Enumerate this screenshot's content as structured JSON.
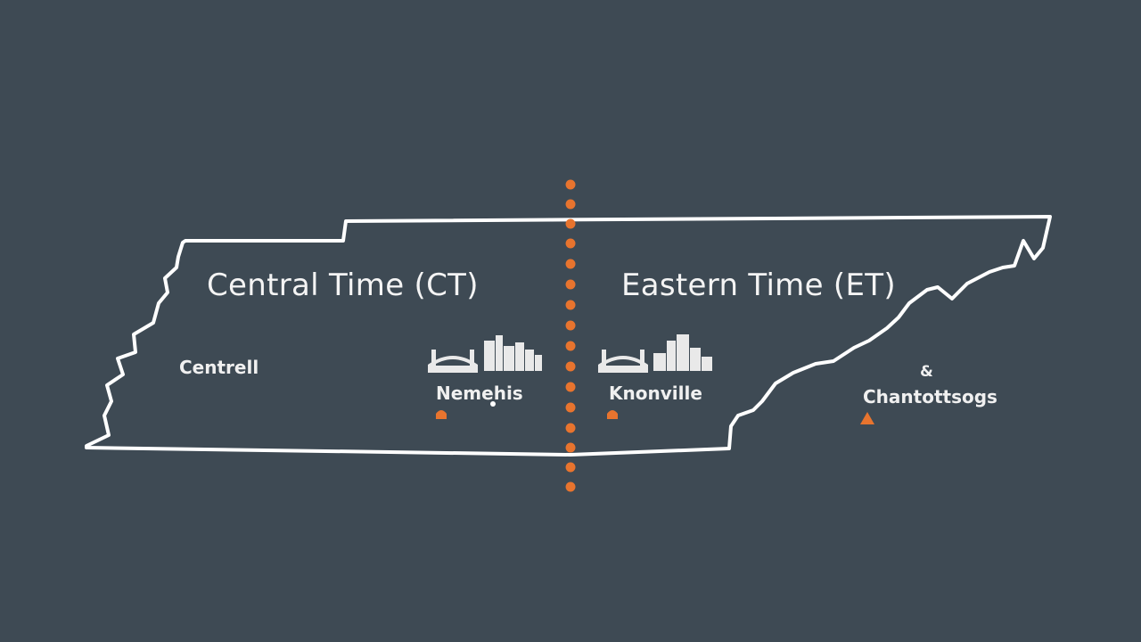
{
  "map": {
    "zones": {
      "west_label": "Central Time (CT)",
      "east_label": "Eastern Time (ET)"
    },
    "cities": [
      {
        "label": "Centrell"
      },
      {
        "label": "Nemehis"
      },
      {
        "label": "Knonville"
      },
      {
        "label": "Chantottsogs"
      }
    ],
    "extra_mark": "&",
    "colors": {
      "background": "#3e4a54",
      "outline": "#ffffff",
      "divider": "#e8742e",
      "marker": "#e8742e",
      "skyline": "#e9e9e9"
    }
  }
}
